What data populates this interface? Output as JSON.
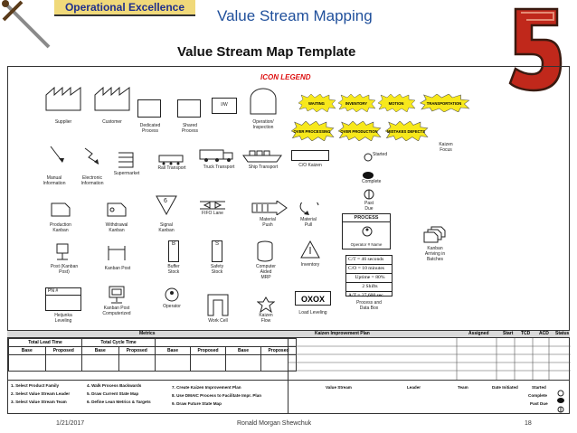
{
  "header": {
    "badge": "Operational Excellence",
    "title": "Value Stream Mapping",
    "subtitle": "Value Stream Map Template"
  },
  "legend_title": "ICON LEGEND",
  "icons": {
    "supplier": "Supplier",
    "customer": "Customer",
    "dedicated": "Dedicated\nProcess",
    "shared": "Shared\nProcess",
    "operation": "Operation/\nInspection",
    "iw": "I/W",
    "manual": "Manual\nInformation",
    "electronic": "Electronic\nInformation",
    "supermarket": "Supermarket",
    "rail": "Rail Transport",
    "truck": "Truck Transport",
    "ship": "Ship Transport",
    "ce_kaizen": "C/O Kaizen",
    "production_kanban": "Production\nKanban",
    "withdrawal_kanban": "Withdrawal\nKanban",
    "signal_kanban": "Signal\nKanban",
    "fifo": "FIFO Lane",
    "material_push": "Material\nPush",
    "material_pull": "Material\nPull",
    "post_kanban": "Post (Kanban Post)",
    "kanban_post": "Kanban Post",
    "buffer": "Buffer\nStock",
    "safety": "Safety\nStock",
    "computer": "Computer\nAided\nMRP",
    "inventory": "Inventory",
    "kanban_batches": "Kanban\nArriving in\nBatches",
    "heijunka": "Heijunka\nLeveling",
    "kanban_post_computerized": "Kanban Post\nComputerized",
    "operator": "Operator",
    "work_cell": "Work Cell",
    "kaizen_flow": "Kaizen\nFlow",
    "load_leveling": "Load Leveling",
    "process_data": "Process and\nData Box",
    "oxox": "OXOX",
    "process": "PROCESS",
    "operator_name": "Operator # Name",
    "kaizen_focus": "Kaizen\nFocus",
    "started": "Started",
    "complete": "Complete",
    "past_due": "Past Due",
    "ss": "S",
    "bb": "B",
    "six": "6",
    "pn": "PN  #"
  },
  "bursts": [
    "WAITING",
    "INVENTORY",
    "MOTION",
    "TRANSPORTATION",
    "OVER PROCESSING",
    "OVER PRODUCTION",
    "MISTAKES DEFECTS"
  ],
  "data_box": [
    "C/T = 46 seconds",
    "C/O = 10 minutes",
    "Uptime = 80%",
    "2 Shifts",
    "A/T = 27,600 sec"
  ],
  "metrics_bar": {
    "metrics": "Metrics",
    "kaizen_plan": "Kaizen Improvement Plan",
    "assigned": "Assigned",
    "start": "Start",
    "tcd": "TCD",
    "acd": "ACD",
    "status": "Status"
  },
  "metrics": {
    "total_lead": "Total Lead Time",
    "total_cycle": "Total Cycle Time",
    "cols": [
      "Base",
      "Proposed",
      "Base",
      "Proposed",
      "Base",
      "Proposed",
      "Base",
      "Proposed"
    ]
  },
  "steps": [
    "1.  Select Product Family",
    "2.  Select Value Stream Leader",
    "3.  Select Value Stream Team",
    "4.  Walk Process Backwards",
    "5.  Draw Current State Map",
    "6.  Define Lean Metrics & Targets",
    "7.  Create Kaizen Improvement Plan",
    "8.  Use DMAIC Process to Facilitate Impr. Plan",
    "9.  Draw Future State Map"
  ],
  "signoff": {
    "value_stream": "Value Stream",
    "leader": "Leader",
    "team": "Team",
    "date_initiated": "Date Initiated",
    "started": "Started",
    "complete": "Complete",
    "past_due": "Past Due"
  },
  "footer": {
    "date": "1/21/2017",
    "author": "Ronald Morgan Shewchuk",
    "page": "18"
  },
  "colors": {
    "burst": "#f7e81c",
    "badge": "#f0d97a",
    "title_blue": "#1f4f9b",
    "legend_red": "#d11111",
    "five_red": "#c0281b"
  }
}
